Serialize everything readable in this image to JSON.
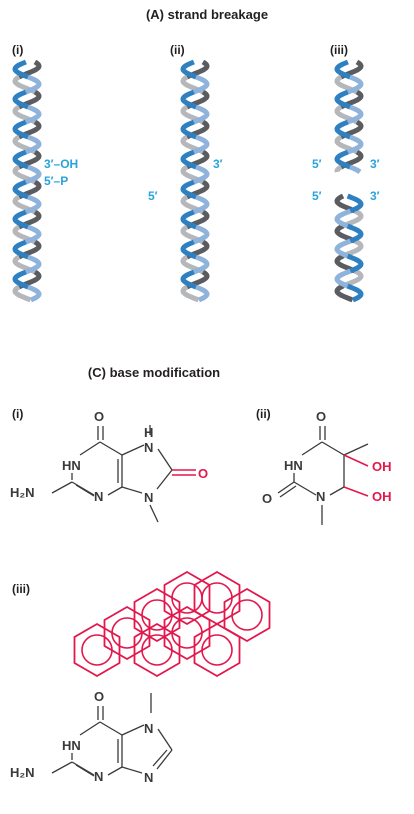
{
  "section_a": {
    "title": "(A)  strand breakage",
    "panels": [
      {
        "label": "(i)",
        "ends": [
          "3′–OH",
          "5′–P"
        ]
      },
      {
        "label": "(ii)",
        "ends": [
          "3′",
          "5′"
        ]
      },
      {
        "label": "(iii)",
        "ends": [
          "5′",
          "3′",
          "5′",
          "3′"
        ]
      }
    ]
  },
  "section_c": {
    "title": "(C)  base modification",
    "panels": [
      {
        "label": "(i)"
      },
      {
        "label": "(ii)"
      },
      {
        "label": "(iii)"
      }
    ]
  },
  "atoms": {
    "O": "O",
    "N": "N",
    "HN": "HN",
    "H": "H",
    "H2N": "H₂N",
    "OH": "OH"
  },
  "colors": {
    "dark_strand": "#5a5c60",
    "light_strand": "#b5b7bb",
    "blue_strand": "#2f80c1",
    "light_blue_strand": "#8fb3db",
    "end_label": "#29a3dc",
    "modification": "#e3174c"
  }
}
